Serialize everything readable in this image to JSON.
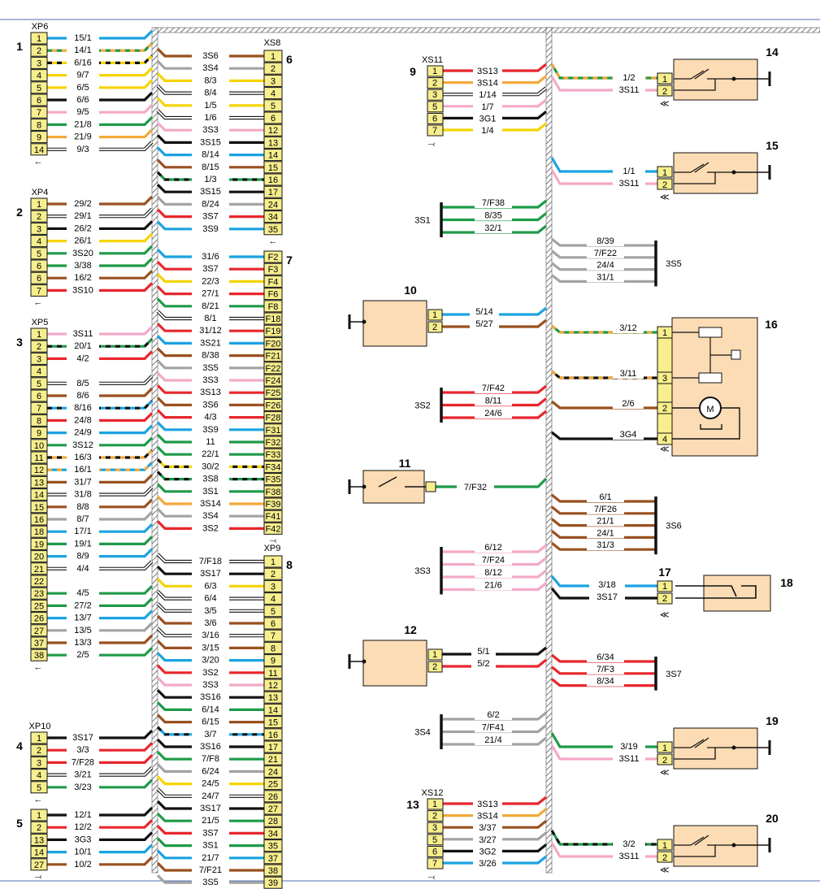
{
  "colors": {
    "B": "#1ba3e0",
    "R": "#e8262d",
    "Y": "#f5d400",
    "O": "#f2a93b",
    "G": "#1e9a48",
    "K": "#111111",
    "W": "#ffffff",
    "P": "#f3a9c8",
    "N": "#99501f",
    "S": "#a3a3a3",
    "frame": "#4d6fb2",
    "pin": "#f7ee8e",
    "box": "#fcdcb4"
  },
  "harness_left": [
    {
      "id": "1",
      "name": "XP6",
      "sym": "←",
      "pins": [
        {
          "p": "1",
          "w": "15/1",
          "c": "B"
        },
        {
          "p": "2",
          "w": "14/1",
          "c": "O",
          "s": "G"
        },
        {
          "p": "3",
          "w": "6/16",
          "c": "Y",
          "s": "K"
        },
        {
          "p": "4",
          "w": "9/7",
          "c": "Y"
        },
        {
          "p": "5",
          "w": "6/5",
          "c": "Y"
        },
        {
          "p": "6",
          "w": "6/6",
          "c": "K"
        },
        {
          "p": "7",
          "w": "9/5",
          "c": "P"
        },
        {
          "p": "8",
          "w": "21/8",
          "c": "G"
        },
        {
          "p": "9",
          "w": "21/9",
          "c": "O"
        },
        {
          "p": "14",
          "w": "9/3",
          "c": "W"
        }
      ]
    },
    {
      "id": "2",
      "name": "XP4",
      "sym": "←",
      "pins": [
        {
          "p": "1",
          "w": "29/2",
          "c": "N"
        },
        {
          "p": "2",
          "w": "29/1",
          "c": "W"
        },
        {
          "p": "3",
          "w": "26/2",
          "c": "K"
        },
        {
          "p": "4",
          "w": "26/1",
          "c": "Y"
        },
        {
          "p": "5",
          "w": "3S20",
          "c": "G"
        },
        {
          "p": "6",
          "w": "3/38",
          "c": "G"
        },
        {
          "p": "6",
          "w": "16/2",
          "c": "N"
        },
        {
          "p": "7",
          "w": "3S10",
          "c": "R"
        }
      ]
    },
    {
      "id": "3",
      "name": "XP5",
      "sym": "←",
      "pins": [
        {
          "p": "1",
          "w": "3S11",
          "c": "P"
        },
        {
          "p": "2",
          "w": "20/1",
          "c": "G",
          "s": "K"
        },
        {
          "p": "3",
          "w": "4/2",
          "c": "R"
        },
        {
          "p": "4",
          "w": "",
          "c": ""
        },
        {
          "p": "5",
          "w": "8/5",
          "c": "W"
        },
        {
          "p": "6",
          "w": "8/6",
          "c": "N"
        },
        {
          "p": "7",
          "w": "8/16",
          "c": "B",
          "s": "K"
        },
        {
          "p": "8",
          "w": "24/8",
          "c": "R"
        },
        {
          "p": "9",
          "w": "24/9",
          "c": "B"
        },
        {
          "p": "10",
          "w": "3S12",
          "c": "G"
        },
        {
          "p": "11",
          "w": "16/3",
          "c": "O",
          "s": "K"
        },
        {
          "p": "12",
          "w": "16/1",
          "c": "B",
          "s": "O"
        },
        {
          "p": "13",
          "w": "31/7",
          "c": "N"
        },
        {
          "p": "14",
          "w": "31/8",
          "c": "W"
        },
        {
          "p": "15",
          "w": "8/8",
          "c": "N"
        },
        {
          "p": "16",
          "w": "8/7",
          "c": "S"
        },
        {
          "p": "18",
          "w": "17/1",
          "c": "B"
        },
        {
          "p": "19",
          "w": "19/1",
          "c": "G"
        },
        {
          "p": "20",
          "w": "8/9",
          "c": "B"
        },
        {
          "p": "21",
          "w": "4/4",
          "c": "W"
        },
        {
          "p": "22",
          "w": "",
          "c": ""
        },
        {
          "p": "23",
          "w": "4/5",
          "c": "G"
        },
        {
          "p": "25",
          "w": "27/2",
          "c": "G"
        },
        {
          "p": "26",
          "w": "13/7",
          "c": "B"
        },
        {
          "p": "27",
          "w": "13/5",
          "c": "S"
        },
        {
          "p": "37",
          "w": "13/3",
          "c": "N"
        },
        {
          "p": "38",
          "w": "2/5",
          "c": "G"
        }
      ]
    },
    {
      "id": "4",
      "name": "XP10",
      "sym": "←",
      "pins": [
        {
          "p": "1",
          "w": "3S17",
          "c": "K"
        },
        {
          "p": "2",
          "w": "3/3",
          "c": "R"
        },
        {
          "p": "3",
          "w": "7/F28",
          "c": "R"
        },
        {
          "p": "4",
          "w": "3/21",
          "c": "W"
        },
        {
          "p": "5",
          "w": "3/23",
          "c": "G"
        }
      ]
    },
    {
      "id": "5",
      "name": "",
      "sym": "⤙",
      "pins": [
        {
          "p": "1",
          "w": "12/1",
          "c": "K"
        },
        {
          "p": "2",
          "w": "12/2",
          "c": "R"
        },
        {
          "p": "13",
          "w": "3G3",
          "c": "K"
        },
        {
          "p": "14",
          "w": "10/1",
          "c": "B"
        },
        {
          "p": "27",
          "w": "10/2",
          "c": "N"
        }
      ]
    }
  ],
  "harness_mid": [
    {
      "id": "6",
      "name": "XS8",
      "sym": "←",
      "pins": [
        {
          "p": "1",
          "w": "3S6",
          "c": "N"
        },
        {
          "p": "2",
          "w": "3S4",
          "c": "S"
        },
        {
          "p": "3",
          "w": "8/3",
          "c": "Y"
        },
        {
          "p": "4",
          "w": "8/4",
          "c": "W"
        },
        {
          "p": "5",
          "w": "1/5",
          "c": "Y"
        },
        {
          "p": "6",
          "w": "1/6",
          "c": "W"
        },
        {
          "p": "12",
          "w": "3S3",
          "c": "P"
        },
        {
          "p": "13",
          "w": "3S15",
          "c": "K"
        },
        {
          "p": "14",
          "w": "8/14",
          "c": "B"
        },
        {
          "p": "15",
          "w": "8/15",
          "c": "N"
        },
        {
          "p": "16",
          "w": "1/3",
          "c": "G",
          "s": "K"
        },
        {
          "p": "17",
          "w": "3S15",
          "c": "K"
        },
        {
          "p": "24",
          "w": "8/24",
          "c": "S"
        },
        {
          "p": "34",
          "w": "3S7",
          "c": "R"
        },
        {
          "p": "35",
          "w": "3S9",
          "c": "B"
        }
      ]
    },
    {
      "id": "7",
      "name": "",
      "sym": "⤙",
      "pins": [
        {
          "p": "F2",
          "w": "31/6",
          "c": "B"
        },
        {
          "p": "F3",
          "w": "3S7",
          "c": "R"
        },
        {
          "p": "F4",
          "w": "22/3",
          "c": "Y"
        },
        {
          "p": "F6",
          "w": "27/1",
          "c": "R"
        },
        {
          "p": "F8",
          "w": "8/21",
          "c": "G"
        },
        {
          "p": "F18",
          "w": "8/1",
          "c": "W"
        },
        {
          "p": "F19",
          "w": "31/12",
          "c": "R"
        },
        {
          "p": "F20",
          "w": "3S21",
          "c": "B"
        },
        {
          "p": "F21",
          "w": "8/38",
          "c": "N"
        },
        {
          "p": "F22",
          "w": "3S5",
          "c": "S"
        },
        {
          "p": "F24",
          "w": "3S3",
          "c": "P"
        },
        {
          "p": "F25",
          "w": "3S13",
          "c": "R"
        },
        {
          "p": "F26",
          "w": "3S6",
          "c": "N"
        },
        {
          "p": "F28",
          "w": "4/3",
          "c": "R"
        },
        {
          "p": "F31",
          "w": "3S9",
          "c": "B"
        },
        {
          "p": "F32",
          "w": "11",
          "c": "G"
        },
        {
          "p": "F33",
          "w": "22/1",
          "c": "G"
        },
        {
          "p": "F34",
          "w": "30/2",
          "c": "Y",
          "s": "K"
        },
        {
          "p": "F35",
          "w": "3S8",
          "c": "G",
          "s": "K"
        },
        {
          "p": "F38",
          "w": "3S1",
          "c": "G"
        },
        {
          "p": "F39",
          "w": "3S14",
          "c": "O"
        },
        {
          "p": "F41",
          "w": "3S4",
          "c": "S"
        },
        {
          "p": "F42",
          "w": "3S2",
          "c": "R"
        }
      ]
    },
    {
      "id": "8",
      "name": "XP9",
      "sym": "→",
      "pins": [
        {
          "p": "1",
          "w": "7/F18",
          "c": "W"
        },
        {
          "p": "2",
          "w": "3S17",
          "c": "K"
        },
        {
          "p": "3",
          "w": "6/3",
          "c": "Y"
        },
        {
          "p": "4",
          "w": "6/4",
          "c": "W"
        },
        {
          "p": "5",
          "w": "3/5",
          "c": "W"
        },
        {
          "p": "6",
          "w": "3/6",
          "c": "N"
        },
        {
          "p": "7",
          "w": "3/16",
          "c": "W"
        },
        {
          "p": "8",
          "w": "3/15",
          "c": "N"
        },
        {
          "p": "9",
          "w": "3/20",
          "c": "B"
        },
        {
          "p": "11",
          "w": "3S2",
          "c": "R"
        },
        {
          "p": "12",
          "w": "3S3",
          "c": "P"
        },
        {
          "p": "13",
          "w": "3S16",
          "c": "K"
        },
        {
          "p": "14",
          "w": "6/14",
          "c": "G"
        },
        {
          "p": "15",
          "w": "6/15",
          "c": "N"
        },
        {
          "p": "16",
          "w": "3/7",
          "c": "B",
          "s": "K"
        },
        {
          "p": "17",
          "w": "3S16",
          "c": "K"
        },
        {
          "p": "21",
          "w": "7/F8",
          "c": "G"
        },
        {
          "p": "24",
          "w": "6/24",
          "c": "S"
        },
        {
          "p": "25",
          "w": "24/5",
          "c": "Y"
        },
        {
          "p": "26",
          "w": "24/7",
          "c": "W"
        },
        {
          "p": "27",
          "w": "3S17",
          "c": "K"
        },
        {
          "p": "28",
          "w": "21/5",
          "c": "G"
        },
        {
          "p": "34",
          "w": "3S7",
          "c": "R"
        },
        {
          "p": "35",
          "w": "3S1",
          "c": "G"
        },
        {
          "p": "37",
          "w": "21/7",
          "c": "B"
        },
        {
          "p": "38",
          "w": "7/F21",
          "c": "N"
        },
        {
          "p": "39",
          "w": "3S5",
          "c": "S"
        }
      ]
    }
  ],
  "right_connectors": [
    {
      "id": "9",
      "name": "XS11",
      "sym": "⤙",
      "pins": [
        {
          "p": "1",
          "w": "3S13",
          "c": "R"
        },
        {
          "p": "2",
          "w": "3S14",
          "c": "O"
        },
        {
          "p": "3",
          "w": "1/14",
          "c": "W"
        },
        {
          "p": "5",
          "w": "1/7",
          "c": "P"
        },
        {
          "p": "6",
          "w": "3G1",
          "c": "K"
        },
        {
          "p": "7",
          "w": "1/4",
          "c": "Y"
        }
      ]
    },
    {
      "id": "13",
      "name": "XS12",
      "sym": "⤙",
      "pins": [
        {
          "p": "1",
          "w": "3S13",
          "c": "R"
        },
        {
          "p": "2",
          "w": "3S14",
          "c": "O"
        },
        {
          "p": "3",
          "w": "3/37",
          "c": "N"
        },
        {
          "p": "5",
          "w": "3/27",
          "c": "S"
        },
        {
          "p": "6",
          "w": "3G2",
          "c": "K"
        },
        {
          "p": "7",
          "w": "3/26",
          "c": "B"
        }
      ]
    }
  ],
  "splices_left": [
    {
      "name": "3S1",
      "wires": [
        {
          "w": "7/F38",
          "c": "G"
        },
        {
          "w": "8/35",
          "c": "G"
        },
        {
          "w": "32/1",
          "c": "G"
        }
      ]
    },
    {
      "name": "3S2",
      "wires": [
        {
          "w": "7/F42",
          "c": "R"
        },
        {
          "w": "8/11",
          "c": "R"
        },
        {
          "w": "24/6",
          "c": "R"
        }
      ]
    },
    {
      "name": "3S3",
      "wires": [
        {
          "w": "6/12",
          "c": "P"
        },
        {
          "w": "7/F24",
          "c": "P"
        },
        {
          "w": "8/12",
          "c": "P"
        },
        {
          "w": "21/6",
          "c": "P"
        }
      ]
    },
    {
      "name": "3S4",
      "wires": [
        {
          "w": "6/2",
          "c": "S"
        },
        {
          "w": "7/F41",
          "c": "S"
        },
        {
          "w": "21/4",
          "c": "S"
        }
      ]
    }
  ],
  "splices_right": [
    {
      "name": "3S5",
      "wires": [
        {
          "w": "8/39",
          "c": "S"
        },
        {
          "w": "7/F22",
          "c": "S"
        },
        {
          "w": "24/4",
          "c": "S"
        },
        {
          "w": "31/1",
          "c": "S"
        }
      ]
    },
    {
      "name": "3S6",
      "wires": [
        {
          "w": "6/1",
          "c": "N"
        },
        {
          "w": "7/F26",
          "c": "N"
        },
        {
          "w": "21/1",
          "c": "N"
        },
        {
          "w": "24/1",
          "c": "N"
        },
        {
          "w": "31/3",
          "c": "N"
        }
      ]
    },
    {
      "name": "3S7",
      "wires": [
        {
          "w": "6/34",
          "c": "R"
        },
        {
          "w": "7/F3",
          "c": "R"
        },
        {
          "w": "8/34",
          "c": "R"
        }
      ]
    }
  ],
  "devices_left": [
    {
      "id": "10",
      "pins": [
        {
          "p": "1",
          "w": "5/14",
          "c": "B"
        },
        {
          "p": "2",
          "w": "5/27",
          "c": "N"
        }
      ]
    },
    {
      "id": "11",
      "pins": [
        {
          "p": "",
          "w": "7/F32",
          "c": "G"
        }
      ]
    },
    {
      "id": "12",
      "pins": [
        {
          "p": "1",
          "w": "5/1",
          "c": "K"
        },
        {
          "p": "2",
          "w": "5/2",
          "c": "R"
        }
      ]
    }
  ],
  "switches_right": [
    {
      "id": "14",
      "wires": [
        {
          "p": "1",
          "w": "1/2",
          "c": "G",
          "s": "O"
        },
        {
          "p": "2",
          "w": "3S11",
          "c": "P"
        }
      ]
    },
    {
      "id": "15",
      "wires": [
        {
          "p": "1",
          "w": "1/1",
          "c": "B"
        },
        {
          "p": "2",
          "w": "3S11",
          "c": "P"
        }
      ]
    },
    {
      "id": "19",
      "wires": [
        {
          "p": "1",
          "w": "3/19",
          "c": "G"
        },
        {
          "p": "2",
          "w": "3S11",
          "c": "P"
        }
      ]
    },
    {
      "id": "20",
      "wires": [
        {
          "p": "1",
          "w": "3/2",
          "c": "G",
          "s": "K"
        },
        {
          "p": "2",
          "w": "3S11",
          "c": "P"
        }
      ]
    }
  ],
  "motor": {
    "id": "16",
    "label": "M",
    "wires": [
      {
        "p": "1",
        "w": "3/12",
        "c": "G",
        "s": "O"
      },
      {
        "p": "3",
        "w": "3/11",
        "c": "K",
        "s": "O"
      },
      {
        "p": "2",
        "w": "2/6",
        "c": "N"
      },
      {
        "p": "4",
        "w": "3G4",
        "c": "K"
      }
    ]
  },
  "connector17": {
    "id": "17",
    "device": "18",
    "wires": [
      {
        "p": "1",
        "w": "3/18",
        "c": "B"
      },
      {
        "p": "2",
        "w": "3S17",
        "c": "K"
      }
    ]
  }
}
